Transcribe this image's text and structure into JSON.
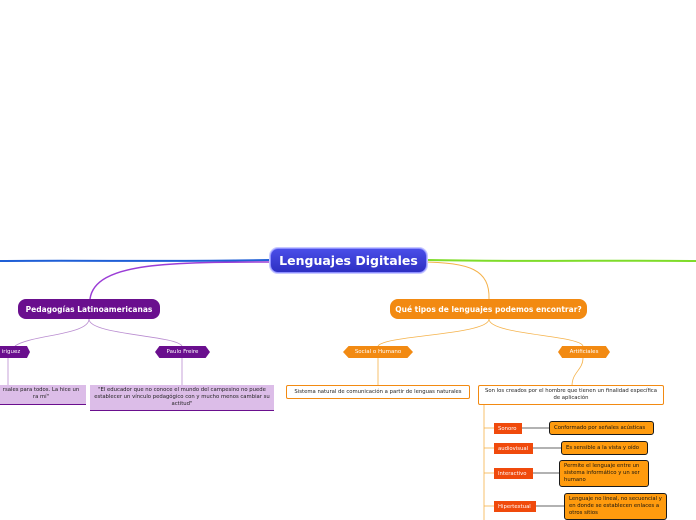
{
  "root": {
    "label": "Lenguajes Digitales"
  },
  "left_branch": {
    "title": "Pedagogías Latinoamericanas",
    "tags": [
      "iriguez",
      "Paulo Freire"
    ],
    "quotes": [
      "rsales para todos. La hice un ra mí\"",
      "\"El educador que no conoce el mundo del campesino no puede establecer un vínculo pedagógico con y mucho menos cambiar su actitud\""
    ]
  },
  "right_branch": {
    "title": "Qué tipos de lenguajes podemos encontrar?",
    "tags": [
      "Social o Humano",
      "Artificiales"
    ],
    "social_desc": "Sistema natural de comunicación a partir de lenguas naturales",
    "artificial_desc": "Son los creados por el hombre que tienen un finalidad específica de aplicación",
    "types": [
      {
        "name": "Sonoro",
        "definition": "Conformado por señales acústicas"
      },
      {
        "name": "audiovisual",
        "definition": "Es sensible a la vista y oído"
      },
      {
        "name": "Interactivo",
        "definition": "Permite el lenguaje entre un sistema informático y un ser humano"
      },
      {
        "name": "Hipertextual",
        "definition": "Lenguaje no lineal, no secuencial y en donde se establecen enlaces a otros sitios"
      }
    ]
  },
  "colors": {
    "root": "#3b3dd6",
    "purple": "#6a0f8e",
    "orange": "#f28a12",
    "red": "#f04a0c",
    "blue_line": "#1f5fd6",
    "green_line": "#7fdc2a"
  }
}
